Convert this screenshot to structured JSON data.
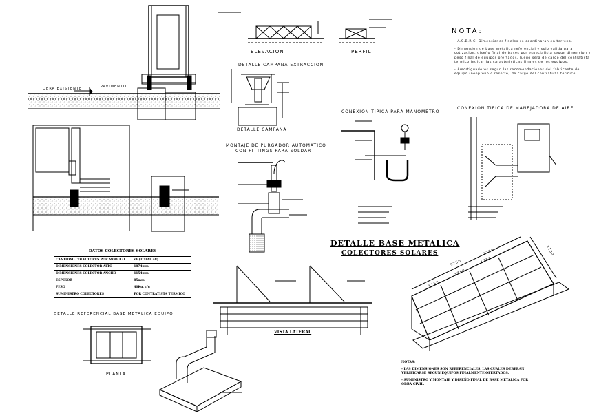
{
  "labels": {
    "elevacion": "ELEVACION",
    "perfil": "PERFIL",
    "detalle_campana_extraccion": "DETALLE CAMPANA EXTRACCION",
    "detalle_campana": "DETALLE CAMPANA",
    "pavimento": "PAVIMENTO",
    "obra_existente": "OBRA EXISTENTE",
    "conexion_manometro": "CONEXION TIPICA PARA MANOMETRO",
    "conexion_manejadora": "CONEXION TIPICA DE MANEJADORA DE AIRE",
    "montaje_purgador_1": "MONTAJE DE PURGADOR AUTOMATICO",
    "montaje_purgador_2": "CON FITTINGS PARA SOLDAR",
    "detalle_base_metalica": "DETALLE BASE METALICA",
    "colectores_solares": "COLECTORES SOLARES",
    "detalle_referencial": "DETALLE REFERENCIAL BASE METALICA EQUIPO",
    "planta": "PLANTA",
    "vista_lateral": "VISTA LATERAL"
  },
  "nota": {
    "title": "NOTA:",
    "items": [
      "- A.S.B.R.C: Dimensiones finales se coordinaran en terreno.",
      "- Dimension de base metalica referencial y solo valida para cotizacion, diseño final de bases por especialista segun dimension y peso final de equipos ofertados, luego sera de cargo del contratista termico indicar las caracteristicas finales de los equipos.",
      "- Amortiguadores segun las recomendaciones del fabricante del equipo (neopreno o resorte) de cargo del contratista termico."
    ]
  },
  "datos_table": {
    "title": "DATOS COLECTORES SOLARES",
    "rows": [
      [
        "CANTIDAD COLECTORES POR MODULO",
        "x4 (TOTAL 48)"
      ],
      [
        "DIMENSIONES COLECTOR ALTO",
        "1874mm."
      ],
      [
        "DIMENSIONES COLECTOR ANCHO",
        "1154mm."
      ],
      [
        "ESPESOR",
        "85mm."
      ],
      [
        "PESO",
        "40Kg. c/u"
      ],
      [
        "SUMINISTRO COLECTORES",
        "POR CONTRATISTA TERMICO"
      ]
    ]
  },
  "dimensions": {
    "d1": "1750",
    "d2": "5250",
    "d3": "1750",
    "d4": "1750",
    "d5": "1750",
    "d6": "2100"
  },
  "notas_bottom": {
    "title": "NOTAS:",
    "items": [
      "- LAS DIMENSIONES SON REFERENCIALES, LAS CUALES DEBERAN VERIFICARSE SEGUN EQUIPOS FINALMENTE OFERTADOS.",
      "- SUMINISTRO Y MONTAJE Y DISEÑO FINAL DE BASE METALICA POR OBRA CIVIL."
    ]
  }
}
